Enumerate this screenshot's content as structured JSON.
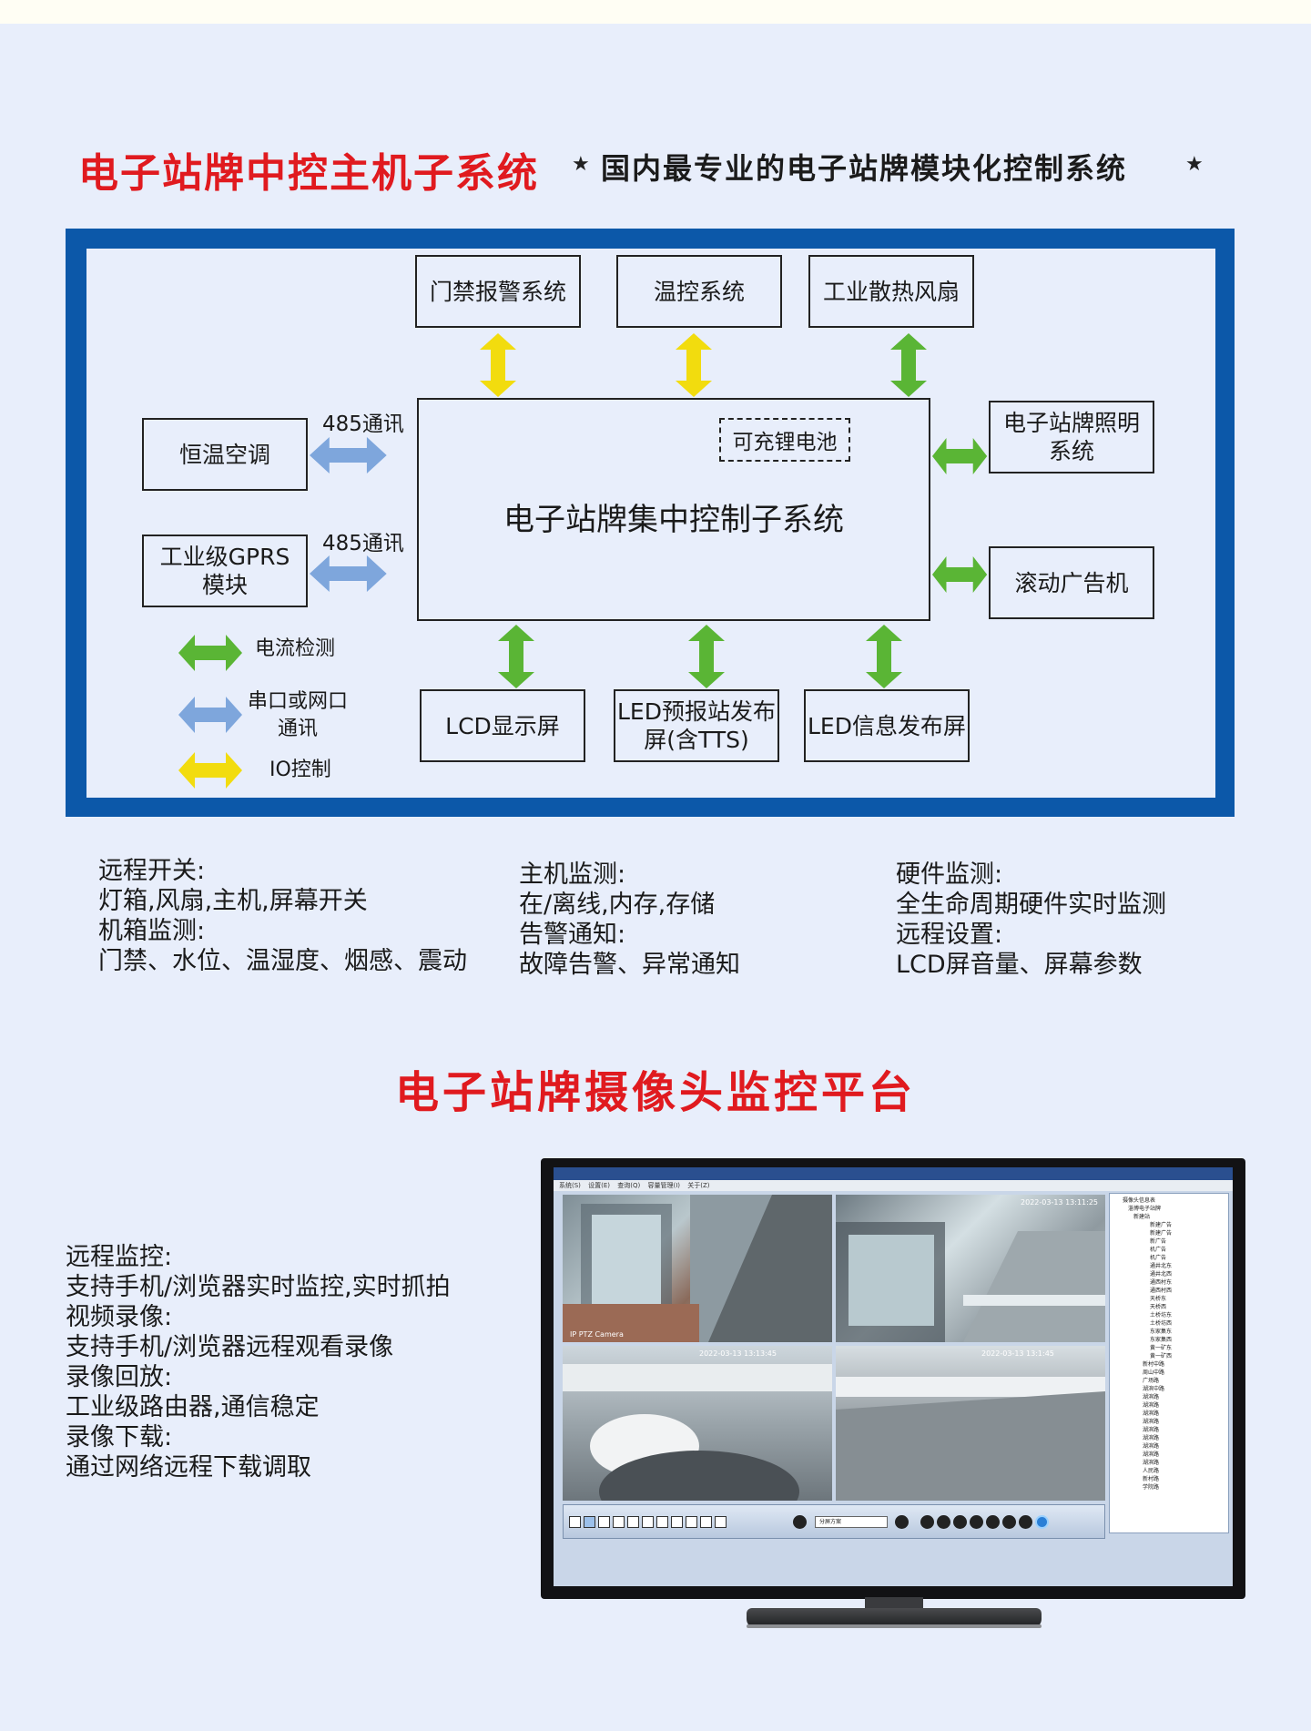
{
  "header": {
    "title": "电子站牌中控主机子系统",
    "star_left": "★",
    "subtitle": "国内最专业的电子站牌模块化控制系统",
    "star_right": "★"
  },
  "diagram": {
    "center": "电子站牌集中控制子系统",
    "battery": "可充锂电池",
    "top_boxes": [
      "门禁报警系统",
      "温控系统",
      "工业散热风扇"
    ],
    "left_boxes": [
      "恒温空调",
      "工业级GPRS\n模块"
    ],
    "left_link_labels": [
      "485通讯",
      "485通讯"
    ],
    "right_boxes": [
      "电子站牌照明\n系统",
      "滚动广告机"
    ],
    "bottom_boxes": [
      "LCD显示屏",
      "LED预报站发布\n屏(含TTS)",
      "LED信息发布屏"
    ],
    "legend": [
      {
        "label": "电流检测",
        "color": "#5ab535"
      },
      {
        "label": "串口或网口\n通讯",
        "color": "#7ea6dc"
      },
      {
        "label": "IO控制",
        "color": "#f2dc0e"
      }
    ],
    "colors": {
      "frame": "#0c58a9",
      "io": "#f2dc0e",
      "current": "#5ab535",
      "comm": "#7ea6dc"
    }
  },
  "features": [
    [
      "远程开关:",
      "灯箱,风扇,主机,屏幕开关",
      "机箱监测:",
      "门禁、水位、温湿度、烟感、震动"
    ],
    [
      "主机监测:",
      "在/离线,内存,存储",
      "告警通知:",
      "故障告警、异常通知"
    ],
    [
      "硬件监测:",
      "全生命周期硬件实时监测",
      "远程设置:",
      "LCD屏音量、屏幕参数"
    ]
  ],
  "section2": {
    "title": "电子站牌摄像头监控平台",
    "features": [
      "远程监控:",
      "支持手机/浏览器实时监控,实时抓拍",
      "视频录像:",
      "支持手机/浏览器远程观看录像",
      "录像回放:",
      "工业级路由器,通信稳定",
      "录像下载:",
      "通过网络远程下载调取"
    ]
  },
  "monitor": {
    "menu": [
      "系统(S)",
      "设置(E)",
      "查询(Q)",
      "容量管理(I)",
      "关于(Z)"
    ],
    "timestamps": [
      "2022-03-13 13:11:25",
      "2022-03-13 13:13:45",
      "2022-03-13 13:1:45"
    ],
    "camera_label": "IP PTZ Camera",
    "tree_title": "摄像头信息表",
    "tree_items": [
      "淄博电子站牌",
      "新建站",
      "新建广告",
      "新建广告",
      "新广告",
      "机广告",
      "机广告",
      "通井北东",
      "通井北西",
      "通西村东",
      "通西村西",
      "天桥东",
      "天桥西",
      "土桥坊东",
      "土桥坊西",
      "东家集东",
      "东家集西",
      "黄一矿东",
      "黄一矿西",
      "新村中路",
      "周山中路",
      "广场路",
      "湖滨中路",
      "湖滨路",
      "湖滨路",
      "湖滨路",
      "湖滨路",
      "湖滨路",
      "湖滨路",
      "湖滨路",
      "湖滨路",
      "湖滨路",
      "人民路",
      "新村路",
      "学院路"
    ],
    "select": "分屏方案"
  }
}
